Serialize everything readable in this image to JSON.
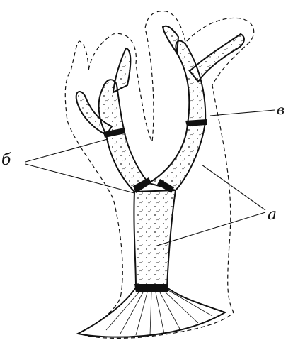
{
  "figure": {
    "labels": {
      "b": "б",
      "a": "а",
      "v": "в"
    },
    "colors": {
      "ink": "#111111",
      "paper": "#ffffff"
    }
  }
}
